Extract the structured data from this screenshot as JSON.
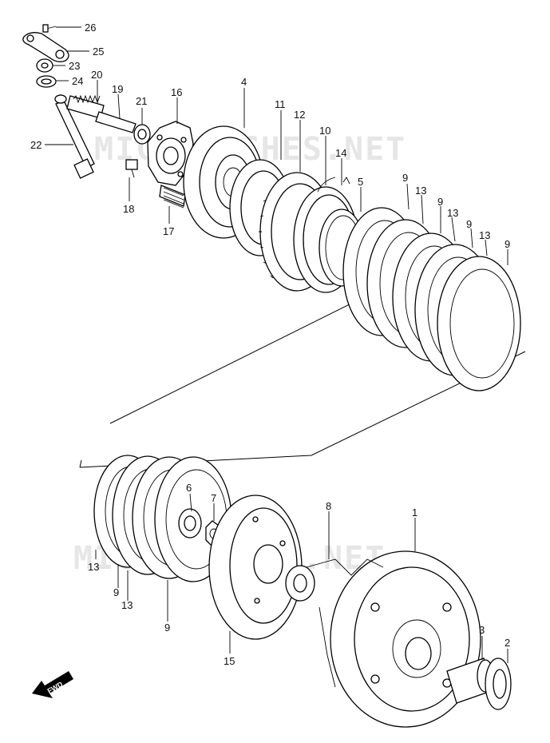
{
  "watermarks": [
    "MICROFICHES.NET",
    "MICROFICHES.NET"
  ],
  "fwd_badge": "FWD",
  "callouts": [
    {
      "id": "c26",
      "text": "26"
    },
    {
      "id": "c25",
      "text": "25"
    },
    {
      "id": "c23",
      "text": "23"
    },
    {
      "id": "c24",
      "text": "24"
    },
    {
      "id": "c20",
      "text": "20"
    },
    {
      "id": "c19",
      "text": "19"
    },
    {
      "id": "c21",
      "text": "21"
    },
    {
      "id": "c16",
      "text": "16"
    },
    {
      "id": "c4",
      "text": "4"
    },
    {
      "id": "c11",
      "text": "11"
    },
    {
      "id": "c12",
      "text": "12"
    },
    {
      "id": "c10",
      "text": "10"
    },
    {
      "id": "c14",
      "text": "14"
    },
    {
      "id": "c5",
      "text": "5"
    },
    {
      "id": "c22",
      "text": "22"
    },
    {
      "id": "c18",
      "text": "18"
    },
    {
      "id": "c17",
      "text": "17"
    },
    {
      "id": "c9a",
      "text": "9"
    },
    {
      "id": "c13a",
      "text": "13"
    },
    {
      "id": "c9b",
      "text": "9"
    },
    {
      "id": "c13b",
      "text": "13"
    },
    {
      "id": "c9c",
      "text": "9"
    },
    {
      "id": "c13c",
      "text": "13"
    },
    {
      "id": "c9d",
      "text": "9"
    },
    {
      "id": "c6",
      "text": "6"
    },
    {
      "id": "c7",
      "text": "7"
    },
    {
      "id": "c8",
      "text": "8"
    },
    {
      "id": "c1",
      "text": "1"
    },
    {
      "id": "c13d",
      "text": "13"
    },
    {
      "id": "c9e",
      "text": "9"
    },
    {
      "id": "c13e",
      "text": "13"
    },
    {
      "id": "c9f",
      "text": "9"
    },
    {
      "id": "c15",
      "text": "15"
    },
    {
      "id": "c3",
      "text": "3"
    },
    {
      "id": "c2",
      "text": "2"
    }
  ]
}
